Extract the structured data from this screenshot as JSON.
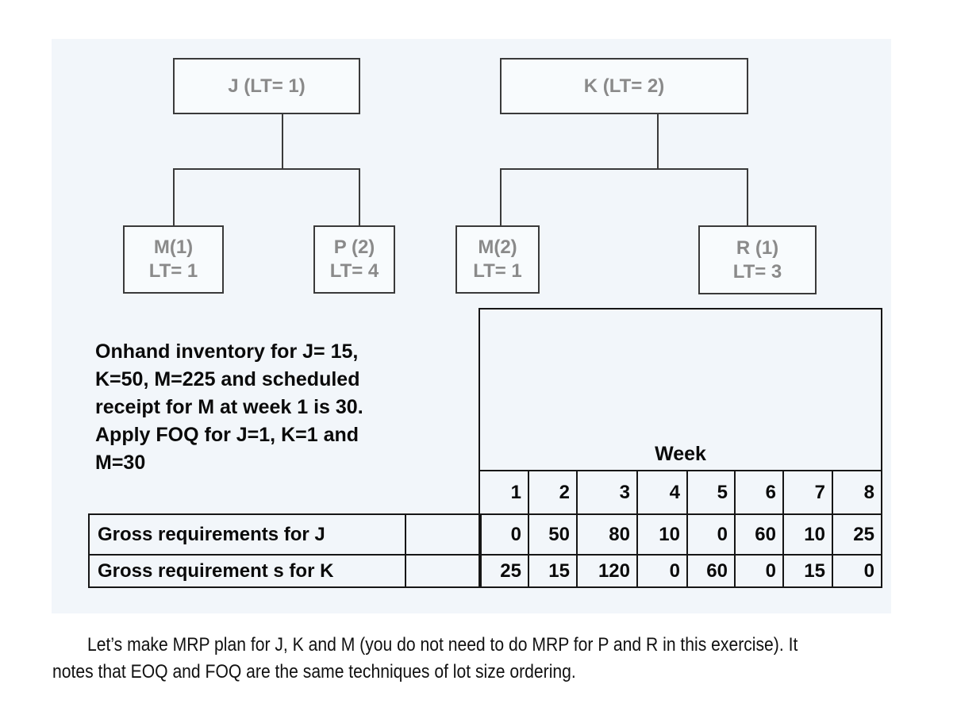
{
  "bom_trees": [
    {
      "root_label": "J (LT= 1)",
      "children": [
        {
          "line1": "M(1)",
          "line2": "LT= 1"
        },
        {
          "line1": "P (2)",
          "line2": "LT= 4"
        }
      ]
    },
    {
      "root_label": "K (LT= 2)",
      "children": [
        {
          "line1": "M(2)",
          "line2": "LT= 1"
        },
        {
          "line1": "R (1)",
          "line2": "LT= 3"
        }
      ]
    }
  ],
  "note": {
    "lines": [
      "Onhand inventory for J= 15,",
      "K=50, M=225 and scheduled",
      "receipt for M at week 1 is 30.",
      "Apply FOQ for J=1, K=1 and",
      "M=30"
    ]
  },
  "table": {
    "header_title": "Week",
    "week_numbers": [
      "1",
      "2",
      "3",
      "4",
      "5",
      "6",
      "7",
      "8"
    ],
    "rows": [
      {
        "label": "Gross requirements for J",
        "values": [
          "0",
          "50",
          "80",
          "10",
          "0",
          "60",
          "10",
          "25"
        ]
      },
      {
        "label": "Gross requirement s for K",
        "values": [
          "25",
          "15",
          "120",
          "0",
          "60",
          "0",
          "15",
          "0"
        ]
      }
    ]
  },
  "footer": {
    "lines": [
      "Let’s make MRP plan for J, K and M (you do not need to do MRP for P and R in this exercise). It",
      "notes that EOQ and FOQ are the same techniques of lot size ordering."
    ]
  },
  "colors": {
    "panel_background": "#f2f6fa",
    "tree_border": "#3a3a3a",
    "tree_text": "#8a8a8a",
    "table_border": "#161616",
    "text": "#0a0a0a"
  }
}
